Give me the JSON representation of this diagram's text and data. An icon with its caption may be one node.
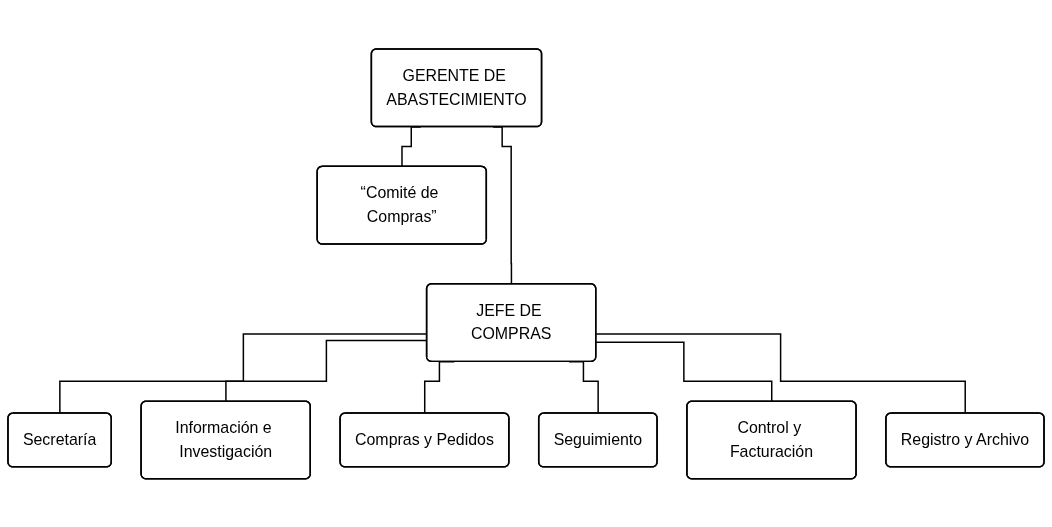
{
  "diagram": {
    "nodes": [
      {
        "text": [
          "GERENTE DE ABASTECIMIENTO"
        ]
      },
      {
        "text": [
          "“Comité de Compras”"
        ]
      },
      {
        "text": [
          "Secretaría"
        ]
      },
      {
        "text": [
          "JEFE DE COMPRAS"
        ]
      },
      {
        "text": [
          "Información e Investigación"
        ]
      },
      {
        "text": [
          "Compras y Pedidos"
        ]
      },
      {
        "text": [
          "Seguimiento"
        ]
      },
      {
        "text": [
          "Control y Facturación"
        ]
      },
      {
        "text": [
          "Registro y Archivo"
        ]
      }
    ],
    "edges": [
      {
        "from": 0,
        "to": 1,
        "arrow": "none"
      },
      {
        "from": 0,
        "to": 3,
        "arrow": "none"
      },
      {
        "from": 3,
        "to": 2,
        "arrow": "none"
      },
      {
        "from": 3,
        "to": 4,
        "arrow": "none"
      },
      {
        "from": 3,
        "to": 5,
        "arrow": "none"
      },
      {
        "from": 3,
        "to": 6,
        "arrow": "none"
      },
      {
        "from": 3,
        "to": 7,
        "arrow": "none"
      },
      {
        "from": 3,
        "to": 8,
        "arrow": "none"
      }
    ]
  }
}
